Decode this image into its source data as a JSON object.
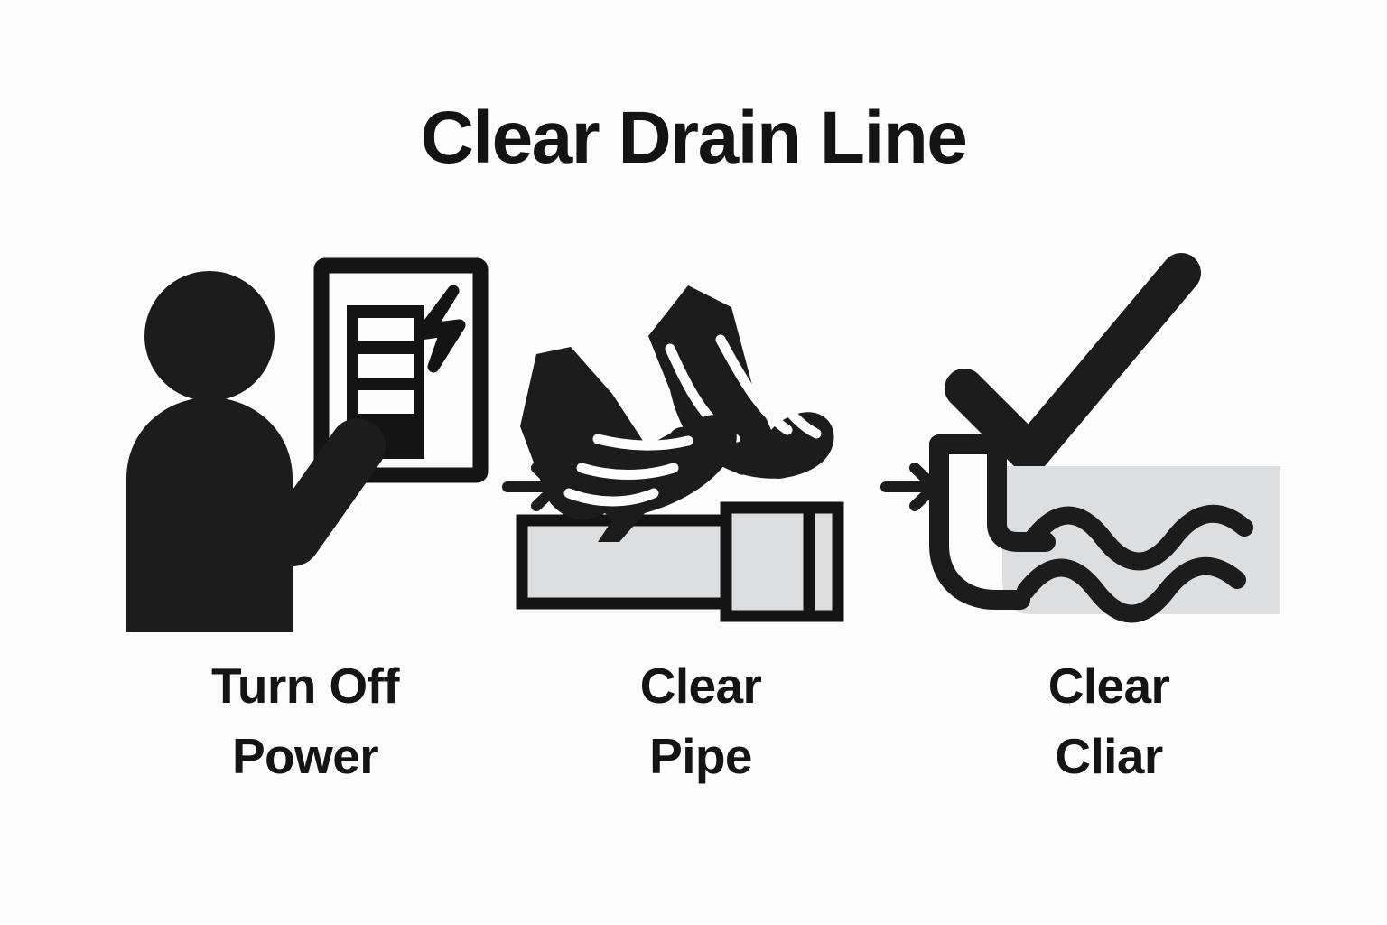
{
  "poster": {
    "title": "Clear Drain Line",
    "background_color": "#fcfcfd",
    "ink_color": "#141414",
    "fill_color": "#dcdee0"
  },
  "steps": [
    {
      "index": "1",
      "label_line1": "Turn Off",
      "label_line2": "Power",
      "icon": "person-electrical-panel-icon",
      "icon_parts": [
        "person-silhouette",
        "breaker-panel",
        "breaker-switches",
        "lightning-bolt",
        "reaching-arm"
      ]
    },
    {
      "index": "2",
      "label_line1": "Clear",
      "label_line2": "Pipe",
      "icon": "hands-clearing-pipe-icon",
      "icon_parts": [
        "left-hand",
        "right-hand",
        "pipe-body",
        "pipe-coupling"
      ]
    },
    {
      "index": "3",
      "label_line1": "Clear",
      "label_line2": "Cliar",
      "icon": "clear-water-drain-icon",
      "icon_parts": [
        "checkmark",
        "drain-pipe",
        "water-basin",
        "water-wave-upper",
        "water-wave-lower"
      ]
    }
  ],
  "connectors": [
    {
      "name": "arrow-step1-to-step2",
      "glyph": "arrow-right-icon"
    },
    {
      "name": "arrow-step2-to-step3",
      "glyph": "arrow-right-icon"
    }
  ]
}
